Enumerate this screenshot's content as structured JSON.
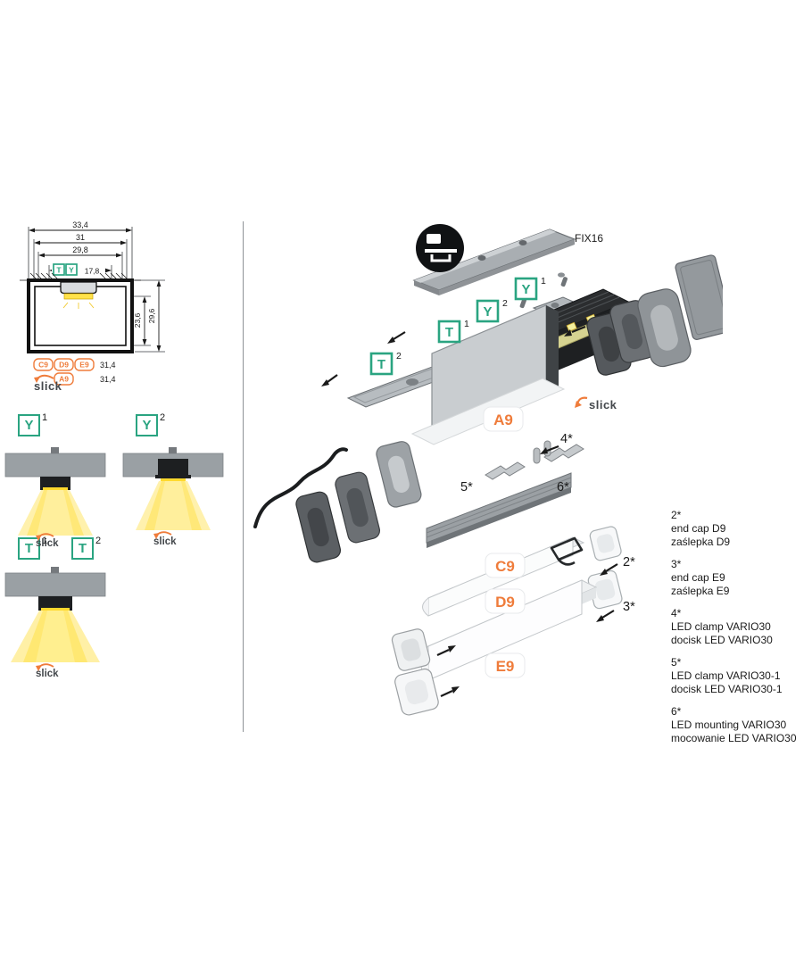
{
  "brand": "slick",
  "colors": {
    "accent_green": "#2aa481",
    "accent_orange": "#ef7c3b",
    "beam_yellow": "#ffe45c"
  },
  "cross_section": {
    "dim_outer_width": "33,4",
    "dim_mid_width": "31",
    "dim_inner_width": "29,8",
    "label_t": "T",
    "label_y": "Y",
    "dim_ty_width": "17,8",
    "dim_inner_height": "23,6",
    "dim_outer_height": "29,6",
    "dim_covers_width": "31,4",
    "dim_base_width": "31,4"
  },
  "variants": {
    "y1": {
      "letter": "Y",
      "sup": "1"
    },
    "y2": {
      "letter": "Y",
      "sup": "2"
    },
    "t1": {
      "letter": "T",
      "sup": "1"
    },
    "t2": {
      "letter": "T",
      "sup": "2"
    }
  },
  "parts": {
    "a9": "A9",
    "c9": "C9",
    "d9": "D9",
    "e9": "E9"
  },
  "exploded": {
    "fix_label": "FIX16"
  },
  "legend": [
    {
      "num": "2*",
      "en": "end cap D9",
      "pl": "zaślepka D9"
    },
    {
      "num": "3*",
      "en": "end cap E9",
      "pl": "zaślepka E9"
    },
    {
      "num": "4*",
      "en": "LED clamp VARIO30",
      "pl": "docisk LED VARIO30"
    },
    {
      "num": "5*",
      "en": "LED clamp VARIO30-1",
      "pl": "docisk LED VARIO30-1"
    },
    {
      "num": "6*",
      "en": "LED mounting VARIO30",
      "pl": "mocowanie LED VARIO30"
    }
  ]
}
